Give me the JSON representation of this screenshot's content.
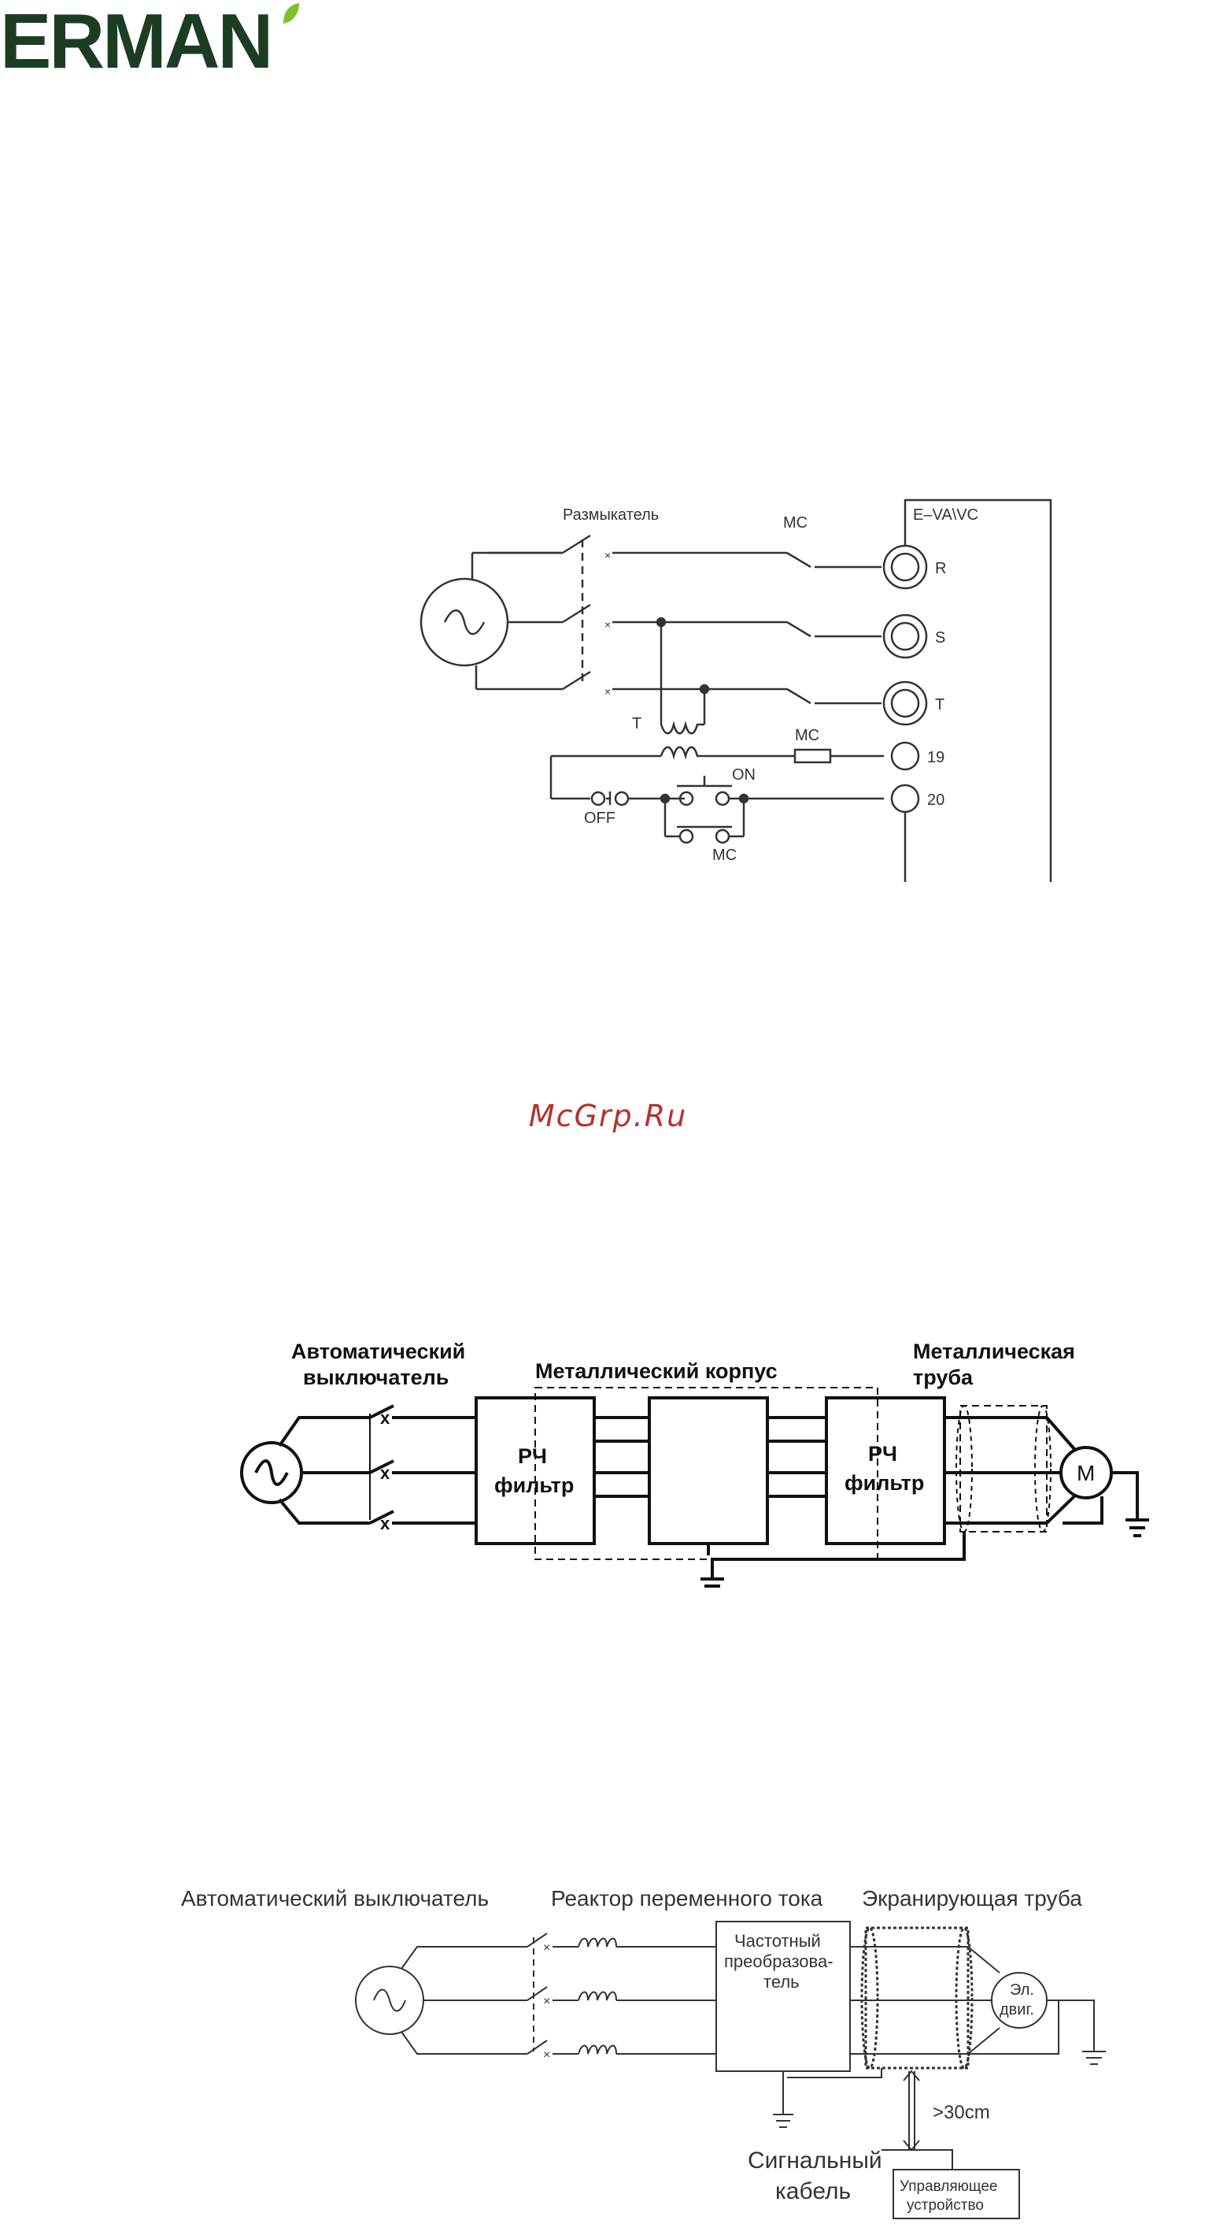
{
  "logo": {
    "text": "ERMAN"
  },
  "watermark": "McGrp.Ru",
  "diagram1": {
    "contactor_label": "Размыкатель",
    "mc_top": "MC",
    "device_label": "E–VA\\VC",
    "terminal_r": "R",
    "terminal_s": "S",
    "terminal_t": "T",
    "transformer_label": "T",
    "mc_mid": "MC",
    "terminal_19": "19",
    "terminal_20": "20",
    "on_label": "ON",
    "off_label": "OFF",
    "mc_bottom": "MC"
  },
  "diagram2": {
    "breaker_line1": "Автоматический",
    "breaker_line2": "выключатель",
    "enclosure_label": "Металлический корпус",
    "pipe_line1": "Металлическая",
    "pipe_line2": "труба",
    "filter_in_line1": "РЧ",
    "filter_in_line2": "фильтр",
    "filter_out_line1": "РЧ",
    "filter_out_line2": "фильтр",
    "motor": "M"
  },
  "diagram3": {
    "breaker_label": "Автоматический выключатель",
    "reactor_label": "Реактор переменного тока",
    "pipe_label": "Экранирующая труба",
    "inverter_line1": "Частотный",
    "inverter_line2": "преобразова-",
    "inverter_line3": "тель",
    "motor_line1": "Эл.",
    "motor_line2": "двиг.",
    "distance_label": ">30cm",
    "signal_line1": "Сигнальный",
    "signal_line2": "кабель",
    "control_line1": "Управляющее",
    "control_line2": "устройство"
  }
}
